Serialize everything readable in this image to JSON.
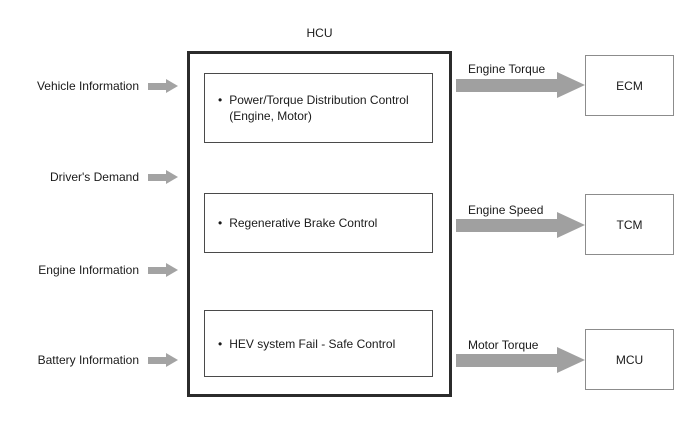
{
  "diagram": {
    "title": "HCU",
    "bullet": "•",
    "inputs": [
      {
        "label": "Vehicle Information"
      },
      {
        "label": "Driver's Demand"
      },
      {
        "label": "Engine Information"
      },
      {
        "label": "Battery Information"
      }
    ],
    "functions": [
      {
        "line1": "Power/Torque Distribution Control",
        "line2": "(Engine, Motor)"
      },
      {
        "line1": "Regenerative Brake Control"
      },
      {
        "line1": "HEV system Fail - Safe Control"
      }
    ],
    "outputs": [
      {
        "label": "Engine Torque",
        "target": "ECM"
      },
      {
        "label": "Engine Speed",
        "target": "TCM"
      },
      {
        "label": "Motor Torque",
        "target": "MCU"
      }
    ],
    "colors": {
      "arrow": "#a3a3a3",
      "hcu_border": "#2b2b2b",
      "function_border": "#4a4a4a",
      "target_border": "#8c8c8c"
    }
  }
}
